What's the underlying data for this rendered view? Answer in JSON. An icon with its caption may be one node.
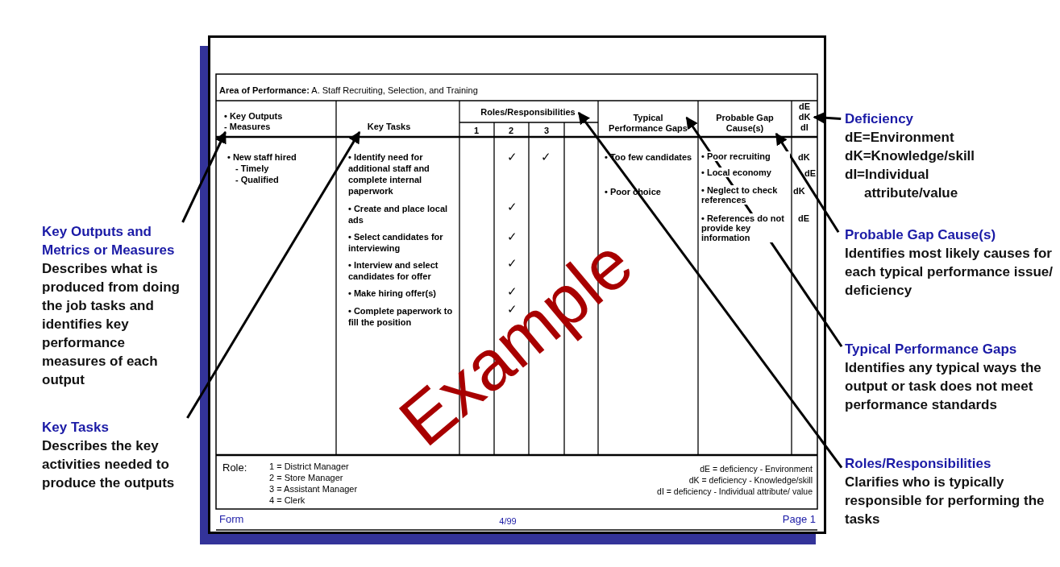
{
  "diagram": {
    "nodes": [
      {
        "text": [
          "• Key Outputs - Measures"
        ]
      },
      {
        "text": [
          "Key Tasks"
        ]
      },
      {
        "text": [
          "Roles/Responsibilities"
        ]
      },
      {
        "text": [
          "Typical Performance Gaps"
        ]
      },
      {
        "text": [
          "Probable Gap Cause(s)"
        ]
      },
      {
        "text": [
          "dE dK dI"
        ]
      },
      {
        "text": [
          "Deficiency",
          "dE=Environment",
          "dK=Knowledge/skill",
          "dI=Individual attribute/value"
        ]
      },
      {
        "text": [
          "Key Outputs and Metrics or Measures",
          "Describes what is produced from doing the job tasks and identifies key performance measures of each output"
        ]
      },
      {
        "text": [
          "Key Tasks",
          "Describes the key activities needed to produce the outputs"
        ]
      },
      {
        "text": [
          "Probable Gap Cause(s)",
          "Identifies most likely causes for each typical performance issue/ deficiency"
        ]
      },
      {
        "text": [
          "Typical Performance Gaps",
          "Identifies any typical ways the output or task does not meet performance standards"
        ]
      },
      {
        "text": [
          "Roles/Responsibilities",
          "Clarifies who is typically responsible for performing the tasks"
        ]
      }
    ],
    "edges": [
      {
        "from": 6,
        "to": 5,
        "arrow": "to"
      },
      {
        "from": 7,
        "to": 0,
        "arrow": "to"
      },
      {
        "from": 8,
        "to": 1,
        "arrow": "to"
      },
      {
        "from": 9,
        "to": 4,
        "arrow": "to"
      },
      {
        "from": 10,
        "to": 3,
        "arrow": "to"
      },
      {
        "from": 11,
        "to": 2,
        "arrow": "to"
      }
    ],
    "labels": [
      "**Area of Performance:**  A. Staff Recruiting, Selection, and Training",
      "1",
      "2",
      "3",
      "• New staff hired",
      "- Timely",
      "- Qualified",
      "• Identify need for additional staff and complete internal paperwork",
      "• Create and place local ads",
      "• Select candidates for interviewing",
      "• Interview and select candidates for offer",
      "• Make hiring offer(s)",
      "• Complete paperwork to fill the position",
      "✓",
      "✓",
      "✓",
      "✓",
      "✓",
      "✓",
      "✓",
      "• Too few candidates",
      "• Poor choice",
      "• Poor recruiting",
      "• Local economy",
      "• Neglect to check references",
      "• References do not provide key information",
      "dK",
      "dE",
      "dK",
      "dE",
      "Role:",
      "1 = District Manager",
      "2 = Store Manager",
      "3 = Assistant Manager",
      "4 = Clerk",
      "dE = deficiency - Environment",
      "dK = deficiency - Knowledge/skill",
      "dI = deficiency - Individual attribute/ value",
      "Form",
      "4/99",
      "Page 1",
      "Example"
    ]
  }
}
